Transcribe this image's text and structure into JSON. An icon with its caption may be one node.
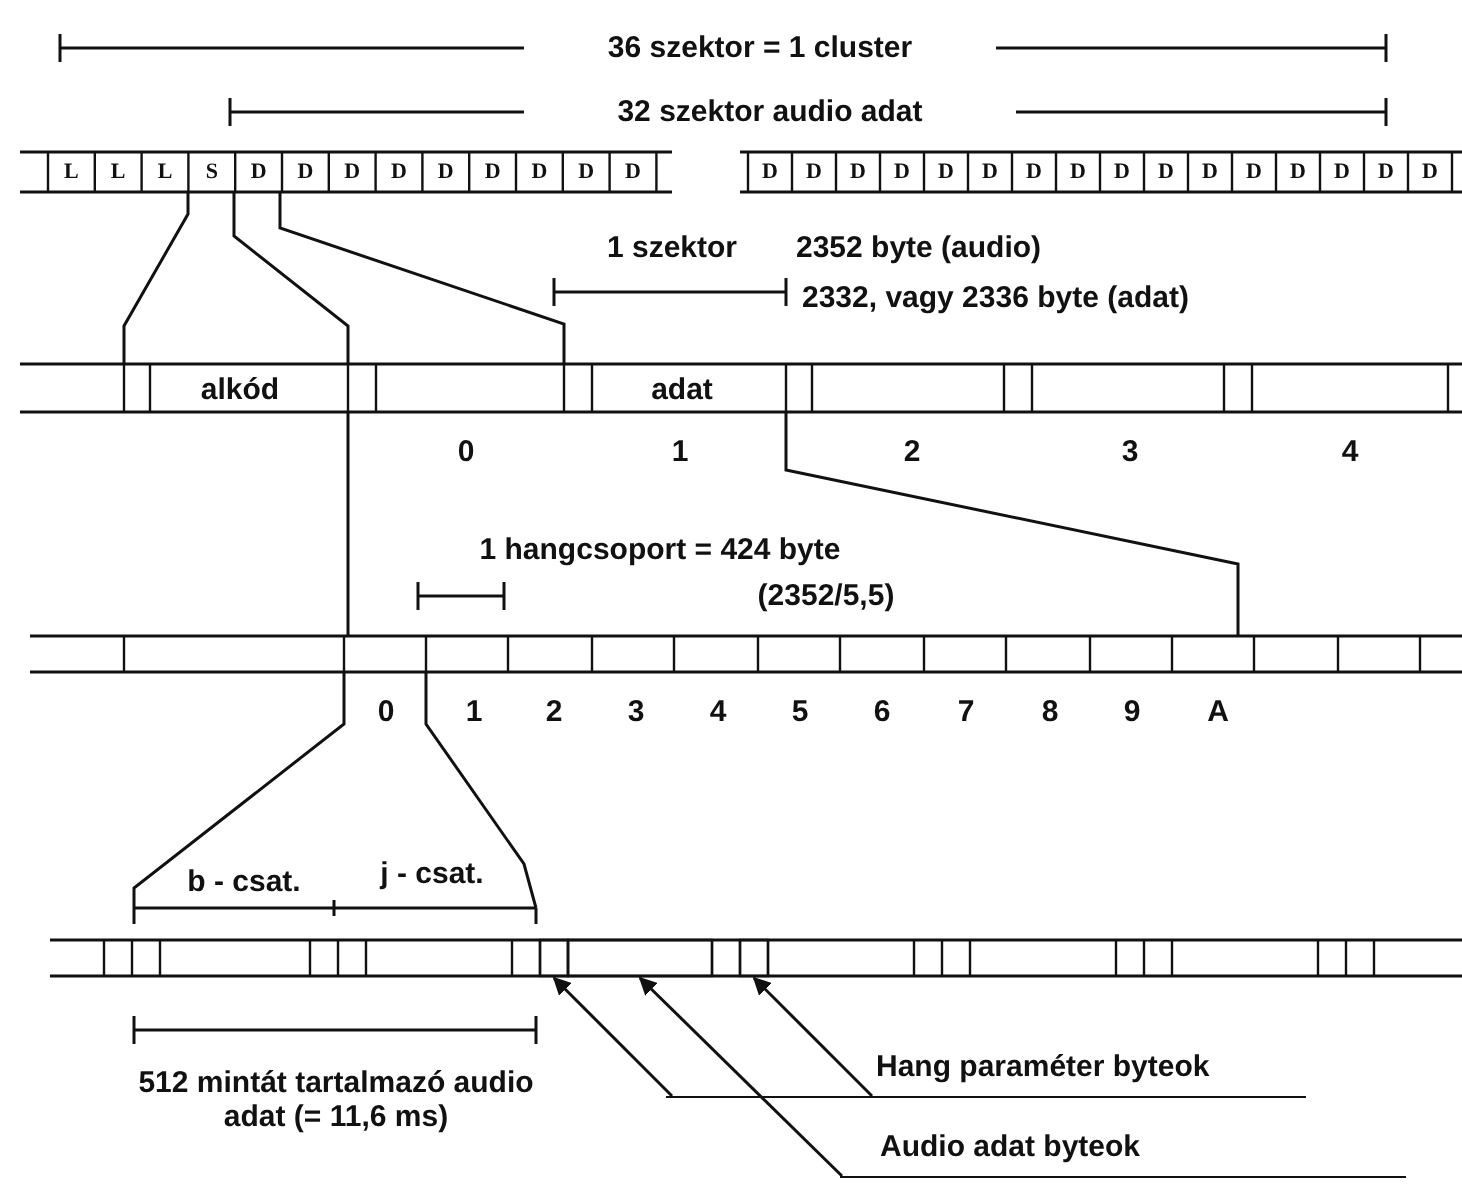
{
  "diagram": {
    "nodes": [
      {
        "text": [],
        "shape": "box"
      },
      {
        "text": [],
        "shape": "box"
      },
      {
        "text": [],
        "shape": "box"
      },
      {
        "text": [
          "Hang paraméter byteok"
        ]
      },
      {
        "text": [
          "Audio adat byteok"
        ]
      }
    ],
    "edges": [
      {
        "from": 3,
        "to": 0,
        "arrow": "to"
      },
      {
        "from": 3,
        "to": 2,
        "arrow": "to"
      },
      {
        "from": 4,
        "to": 1,
        "arrow": "to"
      }
    ],
    "labels": [
      "36 szektor = 1 cluster",
      "32 szektor audio adat",
      "L",
      "L",
      "L",
      "S",
      "D",
      "D",
      "D",
      "D",
      "D",
      "D",
      "D",
      "D",
      "D",
      "D",
      "D",
      "D",
      "D",
      "D",
      "D",
      "D",
      "D",
      "D",
      "D",
      "D",
      "D",
      "D",
      "D",
      "D",
      "D",
      "1 szektor",
      "2352 byte (audio)",
      "2332, vagy 2336 byte (adat)",
      "alkód",
      "adat",
      "0",
      "1",
      "2",
      "3",
      "4",
      "1 hangcsoport = 424 byte",
      "(2352/5,5)",
      "0",
      "1",
      "2",
      "3",
      "4",
      "5",
      "6",
      "7",
      "8",
      "9",
      "A",
      "b - csat.",
      "j - csat.",
      "512 mintát tartalmazó audio adat (= 11,6 ms)"
    ]
  }
}
